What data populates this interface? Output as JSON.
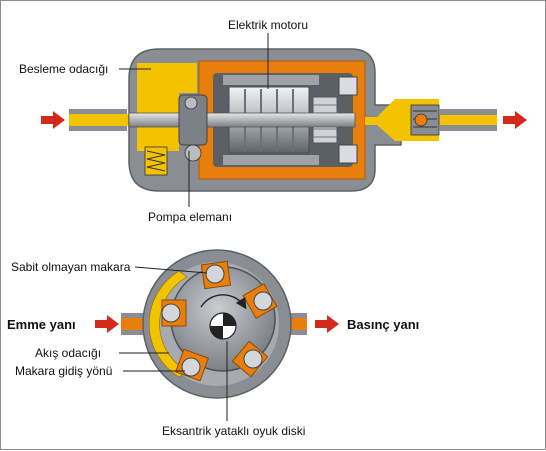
{
  "top_diagram": {
    "labels": {
      "motor": "Elektrik motoru",
      "feed_chamber": "Besleme odacığı",
      "pump_element": "Pompa elemanı"
    }
  },
  "bottom_diagram": {
    "labels": {
      "roller": "Sabit olmayan makara",
      "suction_side": "Emme yanı",
      "pressure_side": "Basınç yanı",
      "flow_chamber": "Akış odacığı",
      "roller_direction": "Makara gidiş yönü",
      "rotor_disc": "Eksantrik yataklı oyuk diski"
    }
  },
  "colors": {
    "fuel": "#f4c300",
    "housing": "#e87e0c",
    "casing": "#8a8d94",
    "arrow": "#d42a1e"
  }
}
